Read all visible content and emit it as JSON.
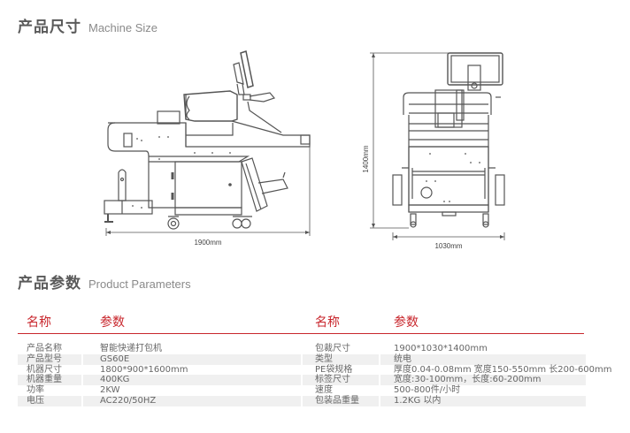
{
  "sections": {
    "size": {
      "title_zh": "产品尺寸",
      "title_en": "Machine Size"
    },
    "params": {
      "title_zh": "产品参数",
      "title_en": "Product Parameters"
    }
  },
  "drawings": {
    "side_view": {
      "width_label": "1900mm"
    },
    "front_view": {
      "width_label": "1030mm",
      "height_label": "1400mm"
    }
  },
  "table": {
    "headers": {
      "name": "名称",
      "value": "参数",
      "name2": "名称",
      "value2": "参数"
    },
    "left": [
      {
        "name": "产品名称",
        "value": "智能快递打包机"
      },
      {
        "name": "产品型号",
        "value": "GS60E"
      },
      {
        "name": "机器尺寸",
        "value": "1800*900*1600mm"
      },
      {
        "name": "机器重量",
        "value": "400KG"
      },
      {
        "name": "功率",
        "value": "2KW"
      },
      {
        "name": "电压",
        "value": "AC220/50HZ"
      }
    ],
    "right": [
      {
        "name": "包裁尺寸",
        "value": "1900*1030*1400mm"
      },
      {
        "name": "类型",
        "value": "统电"
      },
      {
        "name": "PE袋规格",
        "value": "厚度0.04-0.08mm 宽度150-550mm 长200-600mm"
      },
      {
        "name": "标签尺寸",
        "value": "宽度:30-100mm，长度:60-200mm"
      },
      {
        "name": "速度",
        "value": "500-800件/小时"
      },
      {
        "name": "包装品重量",
        "value": "1.2KG 以内"
      }
    ]
  },
  "colors": {
    "accent": "#c8262c",
    "title": "#5a5a5a",
    "stripe": "#f0f0f0",
    "line": "#555555"
  }
}
